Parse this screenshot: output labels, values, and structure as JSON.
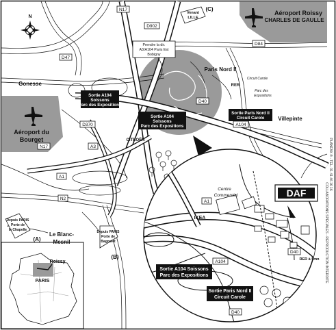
{
  "map": {
    "places": {
      "roissy_airport": "Aéroport Roissy",
      "cdg": "CHARLES DE GAULLE",
      "bourget_airport": "Aéroport du",
      "bourget": "Bourget",
      "gonesse": "Gonesse",
      "villepinte": "Villepinte",
      "paris_nord": "Paris Nord II",
      "blanc_mesnil_1": "Le Blanc-",
      "blanc_mesnil_2": "Mesnil",
      "citroen": "CITROËN",
      "ikea": "IKEA",
      "centre_commercial_1": "Centre",
      "centre_commercial_2": "Commercial",
      "rer": "RER",
      "circuit_carole_small": "Circuit Carole",
      "parc_expo_small_1": "Parc des",
      "parc_expo_small_2": "Expositions",
      "rer_5mn": "RER à 5mn",
      "inset_roissy": "Roissy",
      "inset_paris": "PARIS",
      "north": "N"
    },
    "roads": [
      "N17",
      "D47",
      "D902",
      "D84",
      "D40",
      "A104",
      "D370",
      "A1",
      "N2",
      "A3",
      "A1",
      "A104",
      "D40",
      "D40",
      "N17"
    ],
    "letters": {
      "c": "(C)",
      "a": "(A)",
      "b": "(B)"
    },
    "signs": {
      "venant_lille": [
        "Venant",
        "LILLE"
      ],
      "venant_a3": [
        "Prendre la dir.",
        "A3/A104 Paris Est",
        "Bobigny"
      ],
      "venant_paris_chapelle": [
        "Depuis PARIS",
        "Porte de",
        "la Chapelle"
      ],
      "venant_paris_bagnolet": [
        "Depuis PARIS",
        "Porte de",
        "Bagnolet"
      ]
    },
    "plates": {
      "sortie1": [
        "Sortie A104",
        "Soissons",
        "Parc des Expositions"
      ],
      "sortie2": [
        "Sortie A104",
        "Soissons",
        "Parc des Expositions"
      ],
      "sortie3": [
        "Sortie Paris Nord II",
        "Circuit Carole"
      ],
      "sortie4": [
        "Sortie A104 Soissons",
        "Parc des Expositions"
      ],
      "sortie5": [
        "Sortie Paris Nord II",
        "Circuit Carole"
      ]
    },
    "daf": "DAF",
    "phone_vertical": "PLANFAX ® - TEL. 01 41 46 16 16",
    "credit_vertical": "COLLABORATIONS SPÉCIALES - REPRODUCTION INTERDITE"
  },
  "colors": {
    "ink": "#111111",
    "gray_zone": "#9a9a9a",
    "paper": "#ffffff"
  }
}
